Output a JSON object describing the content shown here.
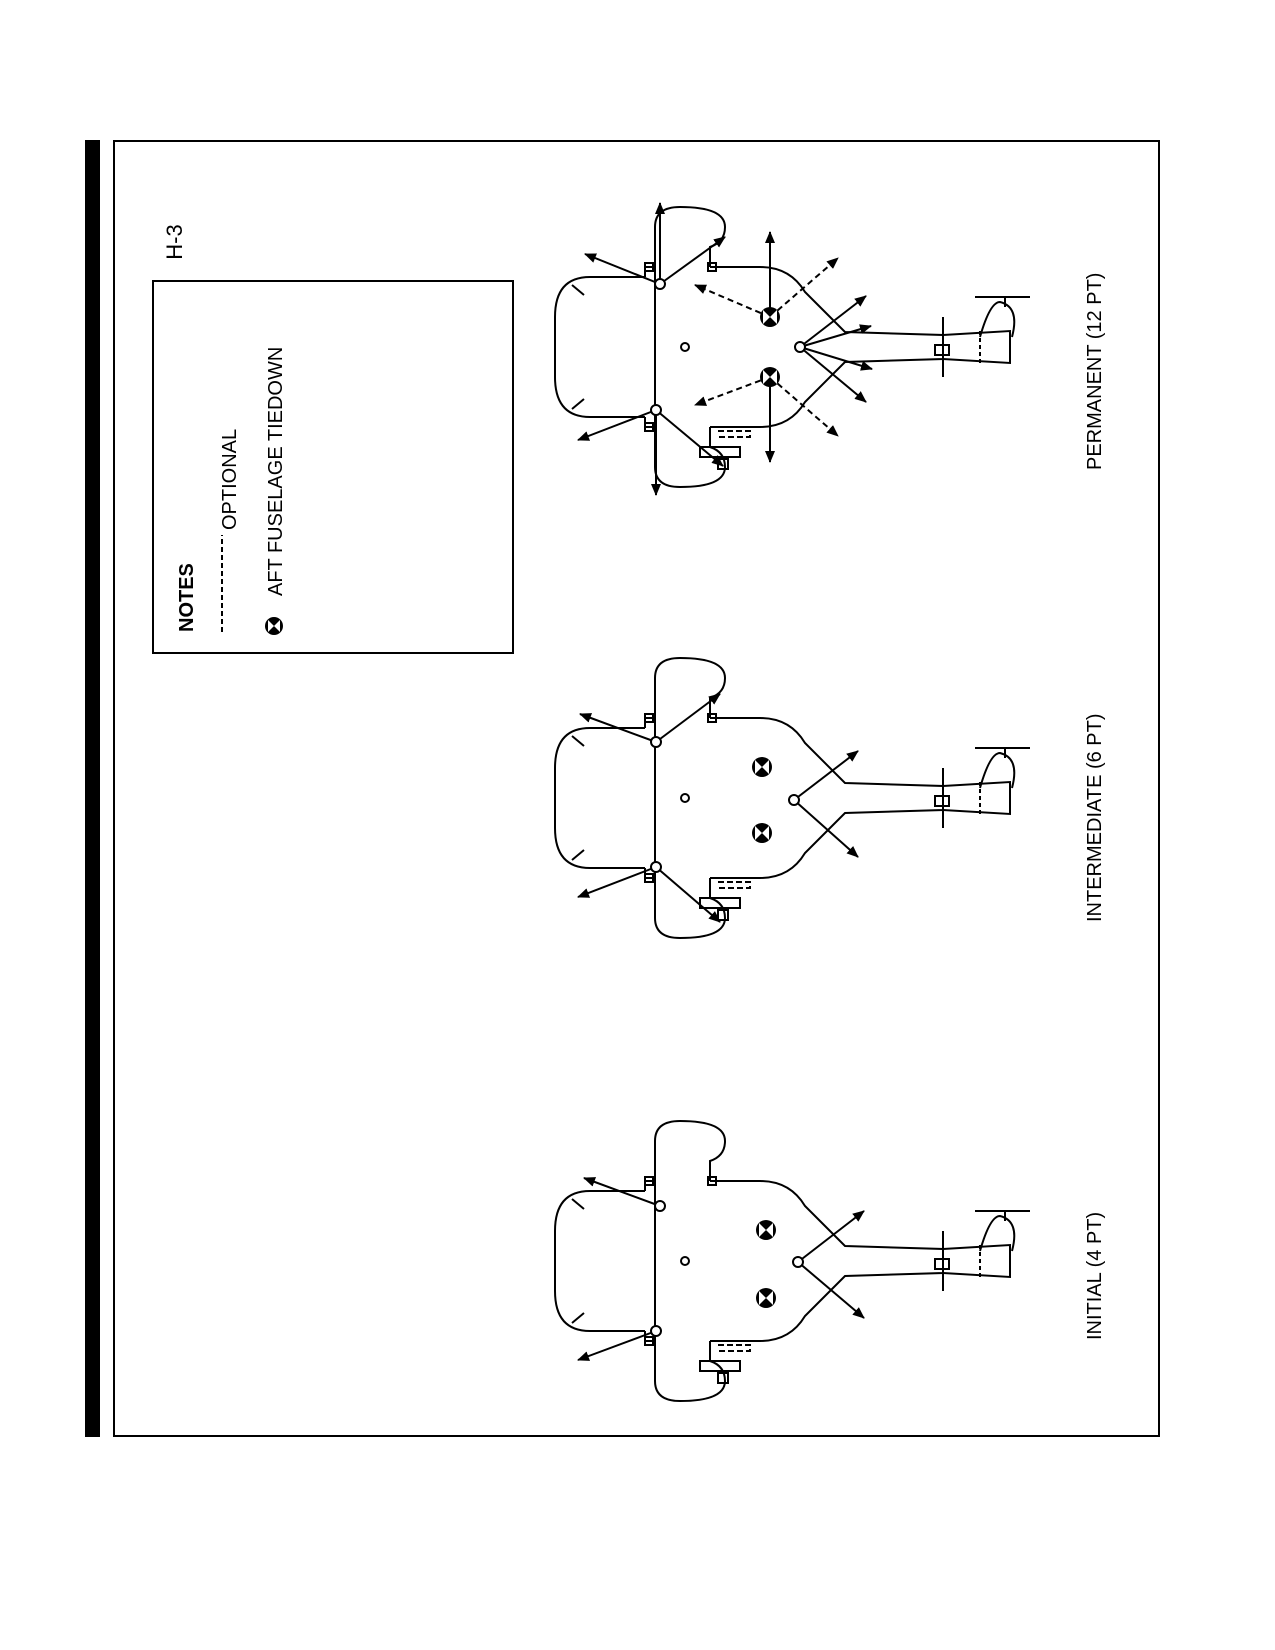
{
  "figure_id": "H-3",
  "notes": {
    "heading": "NOTES",
    "optional_label": "OPTIONAL",
    "tiedown_label": "AFT FUSELAGE TIEDOWN"
  },
  "configurations": [
    {
      "label": "PERMANENT (12 PT)"
    },
    {
      "label": "INTERMEDIATE (6 PT)"
    },
    {
      "label": "INITIAL (4 PT)"
    }
  ],
  "colors": {
    "ink": "#000000",
    "paper": "#ffffff"
  }
}
